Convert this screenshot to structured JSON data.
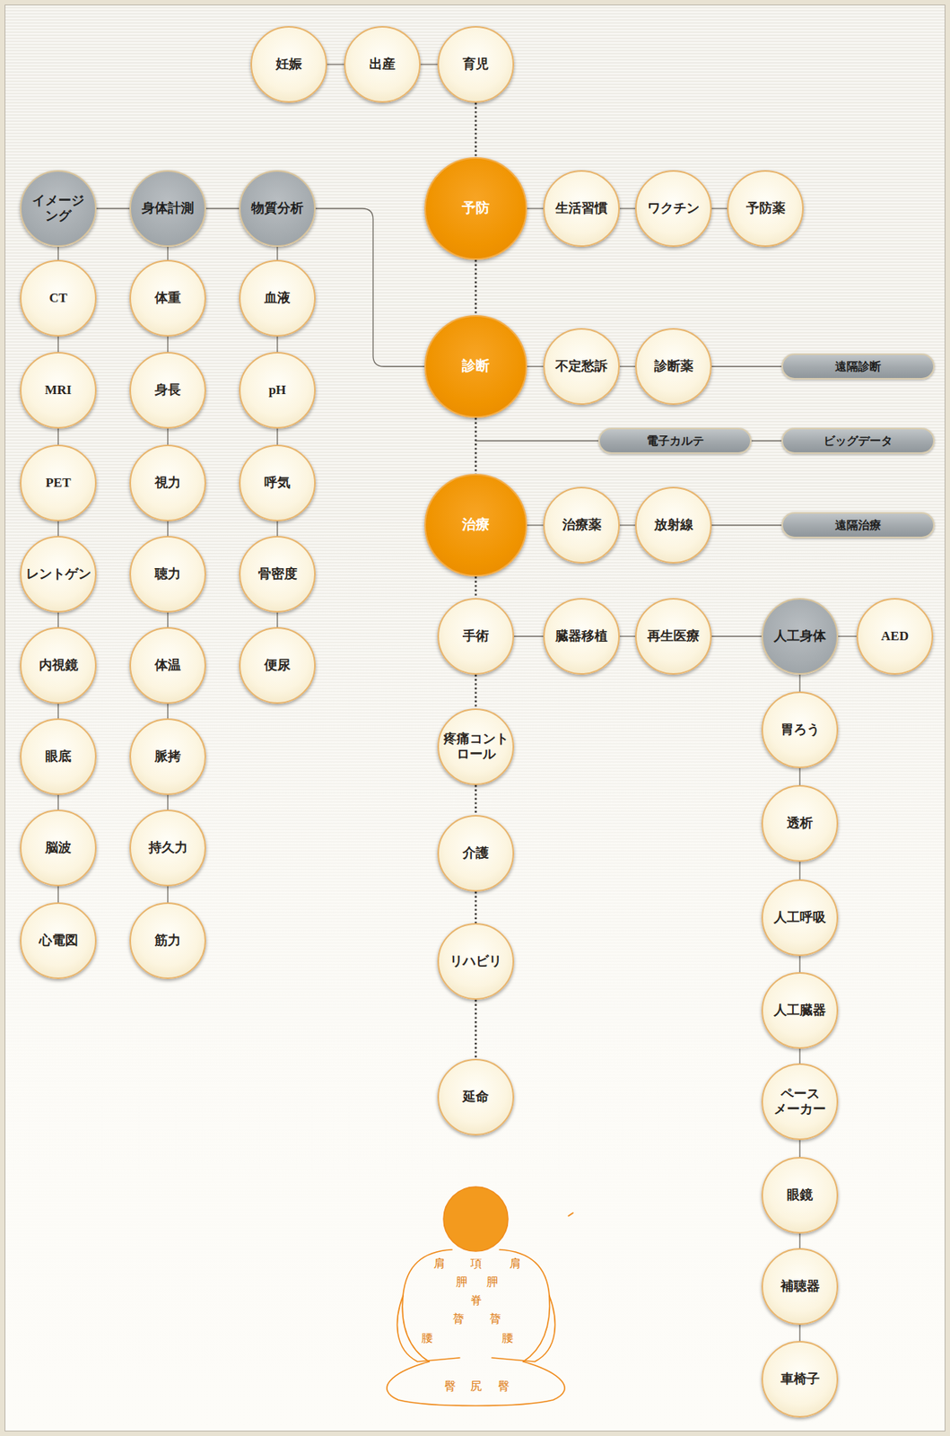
{
  "diagram": {
    "nodes": [
      {
        "text": [
          "妊娠"
        ]
      },
      {
        "text": [
          "出産"
        ]
      },
      {
        "text": [
          "育児"
        ]
      },
      {
        "text": [
          "イメージ ング"
        ]
      },
      {
        "text": [
          "身体計測"
        ]
      },
      {
        "text": [
          "物質分析"
        ]
      },
      {
        "text": [
          "予防"
        ]
      },
      {
        "text": [
          "生活習慣"
        ]
      },
      {
        "text": [
          "ワクチン"
        ]
      },
      {
        "text": [
          "予防薬"
        ]
      },
      {
        "text": [
          "CT"
        ]
      },
      {
        "text": [
          "MRI"
        ]
      },
      {
        "text": [
          "PET"
        ]
      },
      {
        "text": [
          "レントゲン"
        ]
      },
      {
        "text": [
          "内視鏡"
        ]
      },
      {
        "text": [
          "眼底"
        ]
      },
      {
        "text": [
          "脳波"
        ]
      },
      {
        "text": [
          "心電図"
        ]
      },
      {
        "text": [
          "体重"
        ]
      },
      {
        "text": [
          "身長"
        ]
      },
      {
        "text": [
          "視力"
        ]
      },
      {
        "text": [
          "聴力"
        ]
      },
      {
        "text": [
          "体温"
        ]
      },
      {
        "text": [
          "脈拷"
        ]
      },
      {
        "text": [
          "持久力"
        ]
      },
      {
        "text": [
          "筋力"
        ]
      },
      {
        "text": [
          "血液"
        ]
      },
      {
        "text": [
          "pH"
        ]
      },
      {
        "text": [
          "呼気"
        ]
      },
      {
        "text": [
          "骨密度"
        ]
      },
      {
        "text": [
          "便尿"
        ]
      },
      {
        "text": [
          "診断"
        ]
      },
      {
        "text": [
          "不定愁訴"
        ]
      },
      {
        "text": [
          "診断薬"
        ]
      },
      {
        "text": [
          "遠隔診断"
        ]
      },
      {
        "text": [
          "電子カルテ"
        ]
      },
      {
        "text": [
          "ビッグデータ"
        ]
      },
      {
        "text": [
          "治療"
        ]
      },
      {
        "text": [
          "治療薬"
        ]
      },
      {
        "text": [
          "放射線"
        ]
      },
      {
        "text": [
          "遠隔治療"
        ]
      },
      {
        "text": [
          "手術"
        ]
      },
      {
        "text": [
          "臓器移植"
        ]
      },
      {
        "text": [
          "再生医療"
        ]
      },
      {
        "text": [
          "人工身体"
        ]
      },
      {
        "text": [
          "AED"
        ]
      },
      {
        "text": [
          "疼痛コント ロール"
        ]
      },
      {
        "text": [
          "介護"
        ]
      },
      {
        "text": [
          "リハビリ"
        ]
      },
      {
        "text": [
          "延命"
        ]
      },
      {
        "text": [
          "胃ろう"
        ]
      },
      {
        "text": [
          "透析"
        ]
      },
      {
        "text": [
          "人工呼吸"
        ]
      },
      {
        "text": [
          "人工臓器"
        ]
      },
      {
        "text": [
          "ペース メーカー"
        ]
      },
      {
        "text": [
          "眼鏡"
        ]
      },
      {
        "text": [
          "補聴器"
        ]
      },
      {
        "text": [
          "車椅子"
        ]
      }
    ],
    "edges": [
      {
        "from": 0,
        "to": 1,
        "arrow": "none"
      },
      {
        "from": 1,
        "to": 2,
        "arrow": "none"
      },
      {
        "from": 2,
        "to": 6,
        "arrow": "none"
      },
      {
        "from": 6,
        "to": 7,
        "arrow": "none"
      },
      {
        "from": 7,
        "to": 8,
        "arrow": "none"
      },
      {
        "from": 8,
        "to": 9,
        "arrow": "none"
      },
      {
        "from": 3,
        "to": 4,
        "arrow": "none"
      },
      {
        "from": 4,
        "to": 5,
        "arrow": "none"
      },
      {
        "from": 5,
        "to": 31,
        "arrow": "none"
      },
      {
        "from": 3,
        "to": 10,
        "arrow": "none"
      },
      {
        "from": 10,
        "to": 11,
        "arrow": "none"
      },
      {
        "from": 11,
        "to": 12,
        "arrow": "none"
      },
      {
        "from": 12,
        "to": 13,
        "arrow": "none"
      },
      {
        "from": 13,
        "to": 14,
        "arrow": "none"
      },
      {
        "from": 14,
        "to": 15,
        "arrow": "none"
      },
      {
        "from": 15,
        "to": 16,
        "arrow": "none"
      },
      {
        "from": 16,
        "to": 17,
        "arrow": "none"
      },
      {
        "from": 4,
        "to": 18,
        "arrow": "none"
      },
      {
        "from": 18,
        "to": 19,
        "arrow": "none"
      },
      {
        "from": 19,
        "to": 20,
        "arrow": "none"
      },
      {
        "from": 20,
        "to": 21,
        "arrow": "none"
      },
      {
        "from": 21,
        "to": 22,
        "arrow": "none"
      },
      {
        "from": 22,
        "to": 23,
        "arrow": "none"
      },
      {
        "from": 23,
        "to": 24,
        "arrow": "none"
      },
      {
        "from": 24,
        "to": 25,
        "arrow": "none"
      },
      {
        "from": 5,
        "to": 26,
        "arrow": "none"
      },
      {
        "from": 26,
        "to": 27,
        "arrow": "none"
      },
      {
        "from": 27,
        "to": 28,
        "arrow": "none"
      },
      {
        "from": 28,
        "to": 29,
        "arrow": "none"
      },
      {
        "from": 29,
        "to": 30,
        "arrow": "none"
      },
      {
        "from": 6,
        "to": 31,
        "arrow": "none"
      },
      {
        "from": 31,
        "to": 32,
        "arrow": "none"
      },
      {
        "from": 32,
        "to": 33,
        "arrow": "none"
      },
      {
        "from": 33,
        "to": 34,
        "arrow": "none"
      },
      {
        "from": 35,
        "to": 36,
        "arrow": "none"
      },
      {
        "from": 31,
        "to": 37,
        "arrow": "none"
      },
      {
        "from": 37,
        "to": 38,
        "arrow": "none"
      },
      {
        "from": 38,
        "to": 39,
        "arrow": "none"
      },
      {
        "from": 39,
        "to": 40,
        "arrow": "none"
      },
      {
        "from": 37,
        "to": 41,
        "arrow": "none"
      },
      {
        "from": 41,
        "to": 42,
        "arrow": "none"
      },
      {
        "from": 42,
        "to": 43,
        "arrow": "none"
      },
      {
        "from": 43,
        "to": 44,
        "arrow": "none"
      },
      {
        "from": 44,
        "to": 45,
        "arrow": "none"
      },
      {
        "from": 41,
        "to": 46,
        "arrow": "none"
      },
      {
        "from": 46,
        "to": 47,
        "arrow": "none"
      },
      {
        "from": 47,
        "to": 48,
        "arrow": "none"
      },
      {
        "from": 48,
        "to": 49,
        "arrow": "none"
      },
      {
        "from": 44,
        "to": 50,
        "arrow": "none"
      },
      {
        "from": 50,
        "to": 51,
        "arrow": "none"
      },
      {
        "from": 51,
        "to": 52,
        "arrow": "none"
      },
      {
        "from": 52,
        "to": 53,
        "arrow": "none"
      },
      {
        "from": 53,
        "to": 54,
        "arrow": "none"
      },
      {
        "from": 54,
        "to": 55,
        "arrow": "none"
      },
      {
        "from": 55,
        "to": 56,
        "arrow": "none"
      },
      {
        "from": 56,
        "to": 57,
        "arrow": "none"
      }
    ],
    "labels": [
      "肩",
      "項",
      "肩",
      "胛",
      "胛",
      "脊",
      "膂",
      "膂",
      "腰",
      "腰",
      "臀",
      "尻",
      "臀"
    ]
  }
}
